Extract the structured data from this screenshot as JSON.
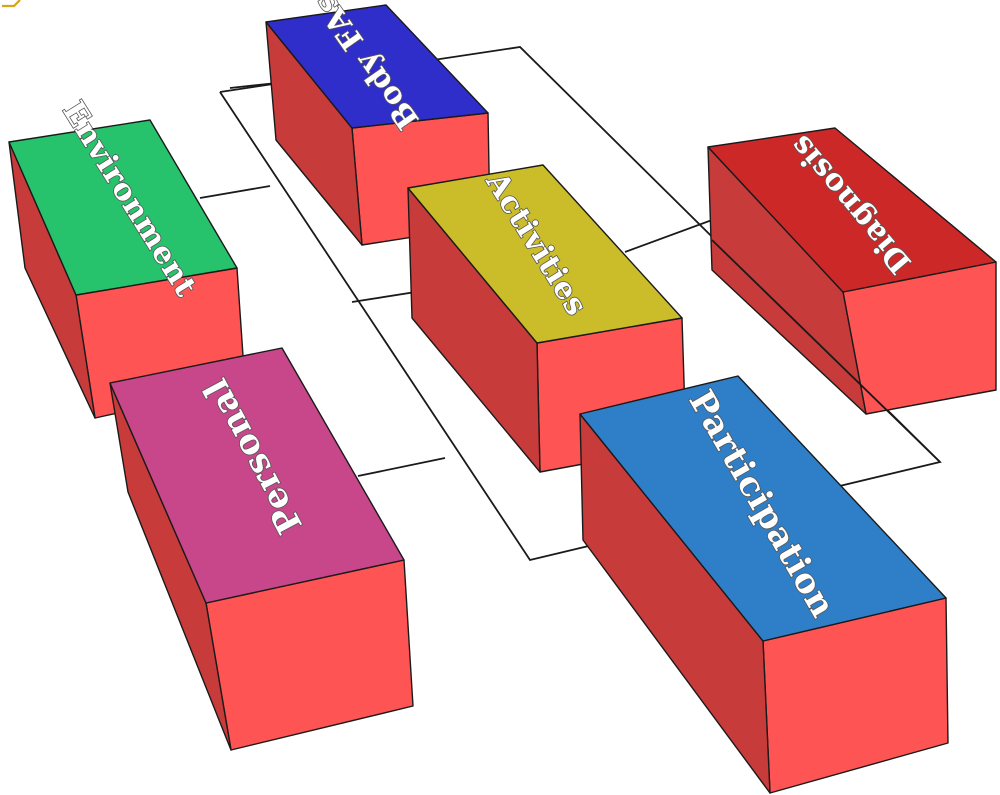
{
  "colors": {
    "block_side": "#fe5454",
    "block_side_shade": "#c93c3c",
    "outline": "#1a1a1a",
    "accent_mark": "#d7a21c"
  },
  "blocks": [
    {
      "id": "body-fas",
      "label": "Body FAs",
      "top_color": "#2f2ecb",
      "side_color": "#fe5454",
      "shade_color": "#c83b3b"
    },
    {
      "id": "environment",
      "label": "Environment",
      "top_color": "#27c26c",
      "side_color": "#fe5454",
      "shade_color": "#c83b3b"
    },
    {
      "id": "activities",
      "label": "Activities",
      "top_color": "#cbbd2a",
      "side_color": "#fe5454",
      "shade_color": "#c83b3b"
    },
    {
      "id": "diagnosis",
      "label": "Diagnosis",
      "top_color": "#cc2828",
      "side_color": "#fe5454",
      "shade_color": "#c83b3b"
    },
    {
      "id": "personal",
      "label": "Personal",
      "top_color": "#c8478a",
      "side_color": "#fe5454",
      "shade_color": "#c83b3b"
    },
    {
      "id": "participation",
      "label": "Participation",
      "top_color": "#2f7fc8",
      "side_color": "#fe5454",
      "shade_color": "#c83b3b"
    }
  ]
}
